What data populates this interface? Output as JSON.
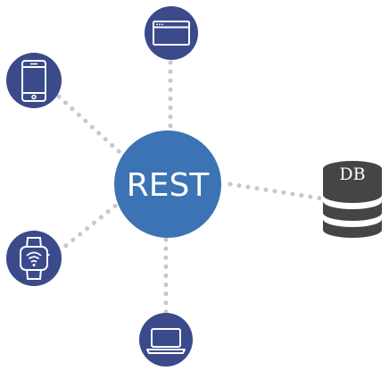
{
  "hub": {
    "label": "REST",
    "color": "#3B73B4"
  },
  "node_color": "#3A4A8A",
  "connector_color": "#C8C8C8",
  "database": {
    "label": "DB",
    "color": "#454545"
  },
  "clients": [
    {
      "name": "browser-window",
      "icon": "browser-window-icon"
    },
    {
      "name": "smartphone",
      "icon": "smartphone-icon"
    },
    {
      "name": "smartwatch",
      "icon": "smartwatch-wifi-icon"
    },
    {
      "name": "laptop",
      "icon": "laptop-icon"
    }
  ]
}
